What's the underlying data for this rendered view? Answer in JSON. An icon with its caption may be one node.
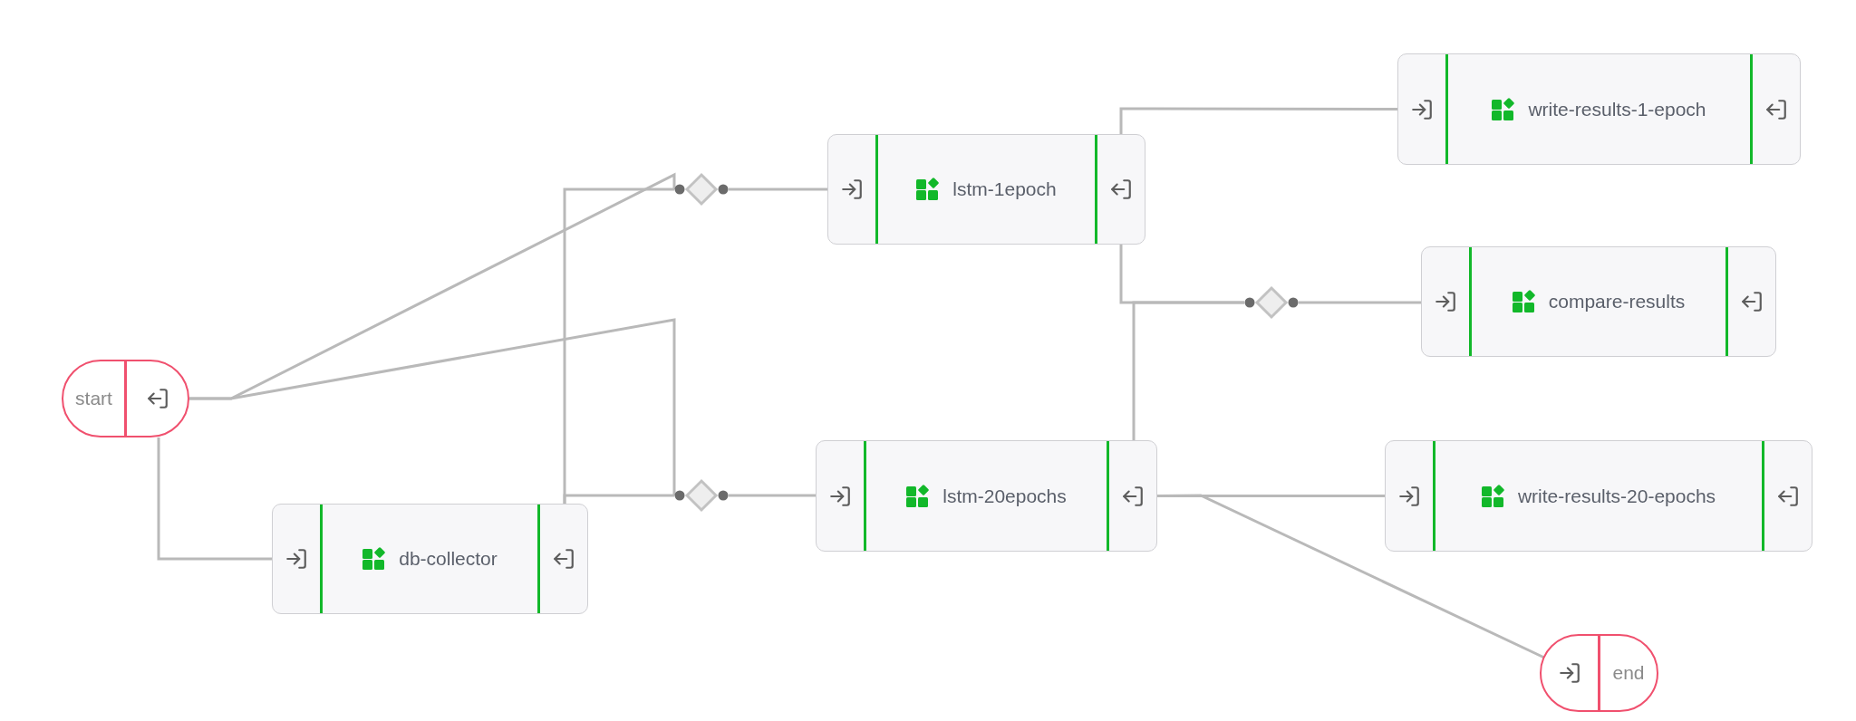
{
  "diagram": {
    "nodes": [
      {
        "text": [
          "start"
        ]
      },
      {
        "text": [
          "db-collector"
        ]
      },
      {
        "text": [],
        "shape": "diamond"
      },
      {
        "text": [
          "lstm-1epoch"
        ]
      },
      {
        "text": [],
        "shape": "diamond"
      },
      {
        "text": [
          "lstm-20epochs"
        ]
      },
      {
        "text": [
          "write-results-1-epoch"
        ]
      },
      {
        "text": [],
        "shape": "diamond"
      },
      {
        "text": [
          "compare-results"
        ]
      },
      {
        "text": [
          "write-results-20-epochs"
        ]
      },
      {
        "text": [
          "end"
        ]
      }
    ],
    "edges": [
      {
        "from": 0,
        "to": 2,
        "arrow": "none"
      },
      {
        "from": 0,
        "to": 4,
        "arrow": "none"
      },
      {
        "from": 0,
        "to": 1,
        "arrow": "none"
      },
      {
        "from": 1,
        "to": 2,
        "arrow": "none"
      },
      {
        "from": 1,
        "to": 4,
        "arrow": "none"
      },
      {
        "from": 2,
        "to": 3,
        "arrow": "none"
      },
      {
        "from": 4,
        "to": 5,
        "arrow": "none"
      },
      {
        "from": 3,
        "to": 6,
        "arrow": "none"
      },
      {
        "from": 3,
        "to": 7,
        "arrow": "none"
      },
      {
        "from": 5,
        "to": 7,
        "arrow": "none"
      },
      {
        "from": 7,
        "to": 8,
        "arrow": "none"
      },
      {
        "from": 5,
        "to": 9,
        "arrow": "none"
      },
      {
        "from": 5,
        "to": 10,
        "arrow": "none"
      }
    ]
  }
}
